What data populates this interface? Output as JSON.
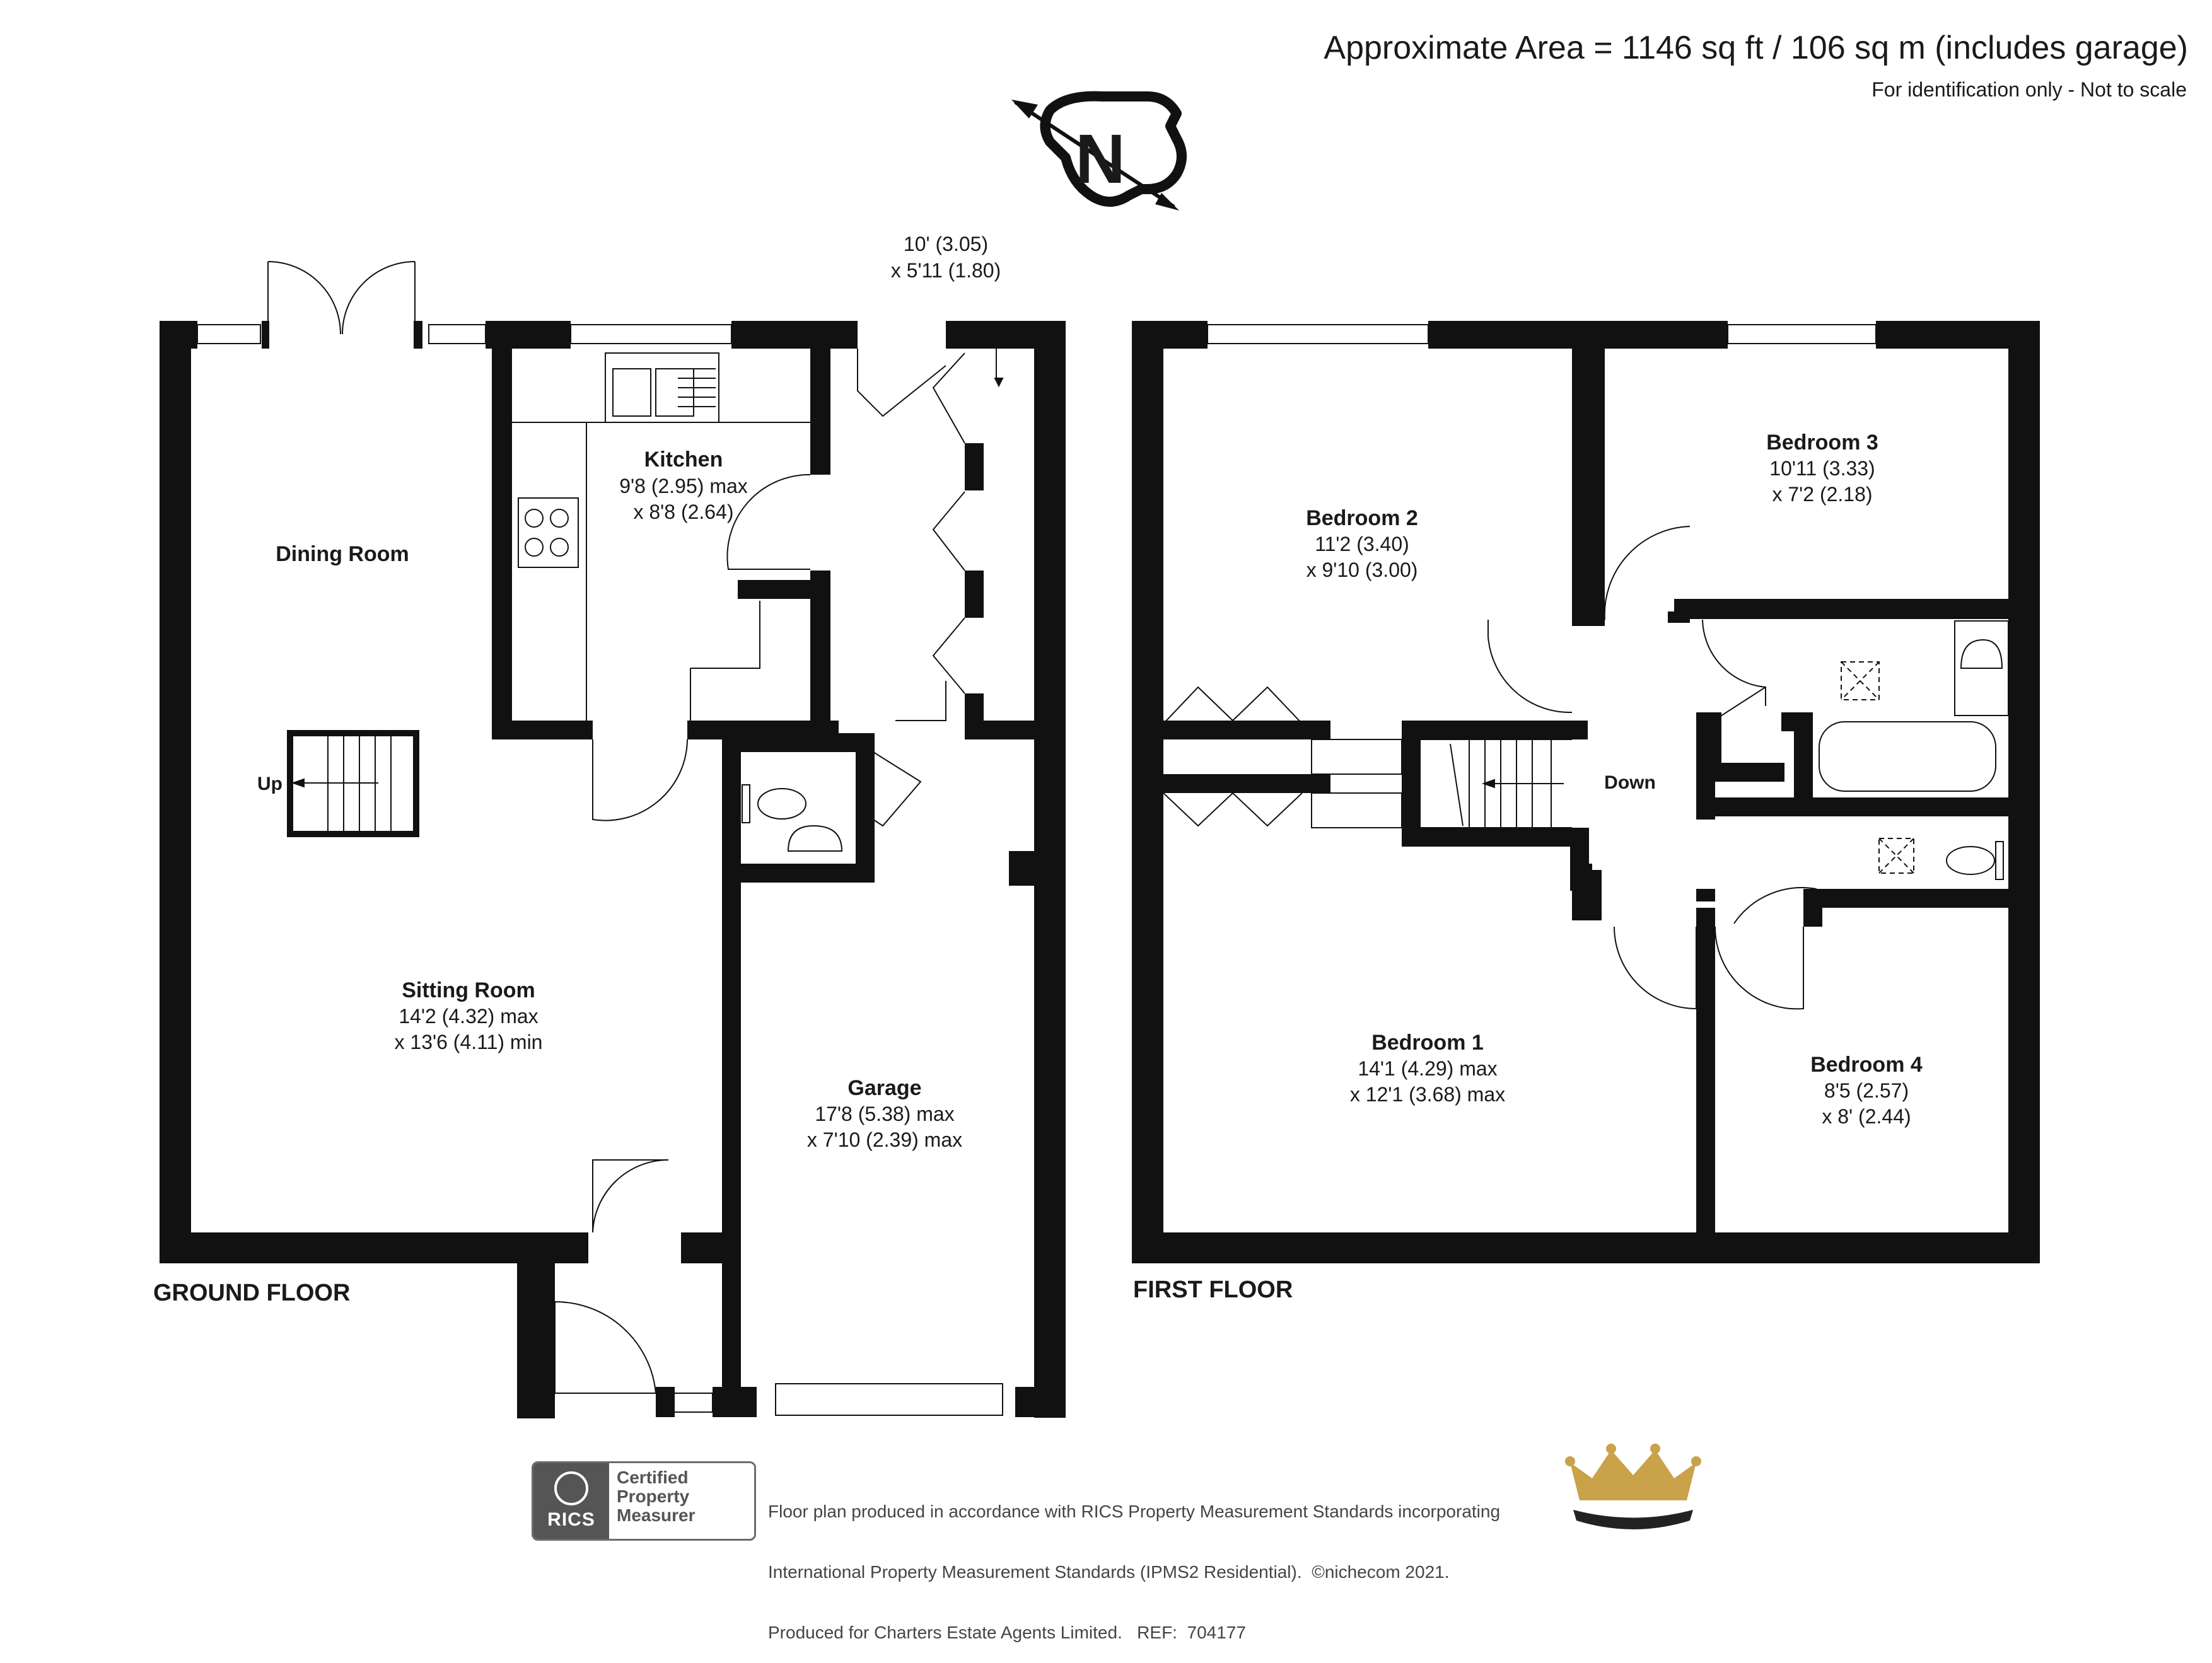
{
  "header": {
    "area_text": "Approximate Area = 1146 sq ft / 106 sq m (includes garage)",
    "scale_note": "For identification only - Not to scale"
  },
  "compass": {
    "letter": "N",
    "icon": "north-arrow-icon"
  },
  "ground_floor": {
    "label": "GROUND FLOOR",
    "dimension_note": {
      "line1": "10' (3.05)",
      "line2": "x 5'11 (1.80)"
    },
    "stair_label": "Up",
    "rooms": [
      {
        "name": "Dining Room",
        "dim1": "",
        "dim2": ""
      },
      {
        "name": "Kitchen",
        "dim1": "9'8 (2.95) max",
        "dim2": "x 8'8 (2.64)"
      },
      {
        "name": "Sitting Room",
        "dim1": "14'2 (4.32) max",
        "dim2": "x 13'6 (4.11) min"
      },
      {
        "name": "Garage",
        "dim1": "17'8 (5.38) max",
        "dim2": "x 7'10 (2.39) max"
      }
    ]
  },
  "first_floor": {
    "label": "FIRST FLOOR",
    "stair_label": "Down",
    "rooms": [
      {
        "name": "Bedroom 2",
        "dim1": "11'2 (3.40)",
        "dim2": "x 9'10 (3.00)"
      },
      {
        "name": "Bedroom 3",
        "dim1": "10'11 (3.33)",
        "dim2": "x 7'2 (2.18)"
      },
      {
        "name": "Bedroom 1",
        "dim1": "14'1 (4.29) max",
        "dim2": "x 12'1 (3.68) max"
      },
      {
        "name": "Bedroom 4",
        "dim1": "8'5 (2.57)",
        "dim2": "x 8' (2.44)"
      }
    ]
  },
  "footer": {
    "badge_brand": "RICS",
    "badge_line1": "Certified",
    "badge_line2": "Property",
    "badge_line3": "Measurer",
    "text_line1": "Floor plan produced in accordance with RICS Property Measurement Standards incorporating",
    "text_line2": "International Property Measurement Standards (IPMS2 Residential).  ©nichecom 2021.",
    "text_line3": "Produced for Charters Estate Agents Limited.   REF:  704177",
    "crown_icon": "crown-logo-icon",
    "colors": {
      "wall": "#111111",
      "gold": "#c9a24a",
      "badge_grey": "#555555"
    }
  }
}
